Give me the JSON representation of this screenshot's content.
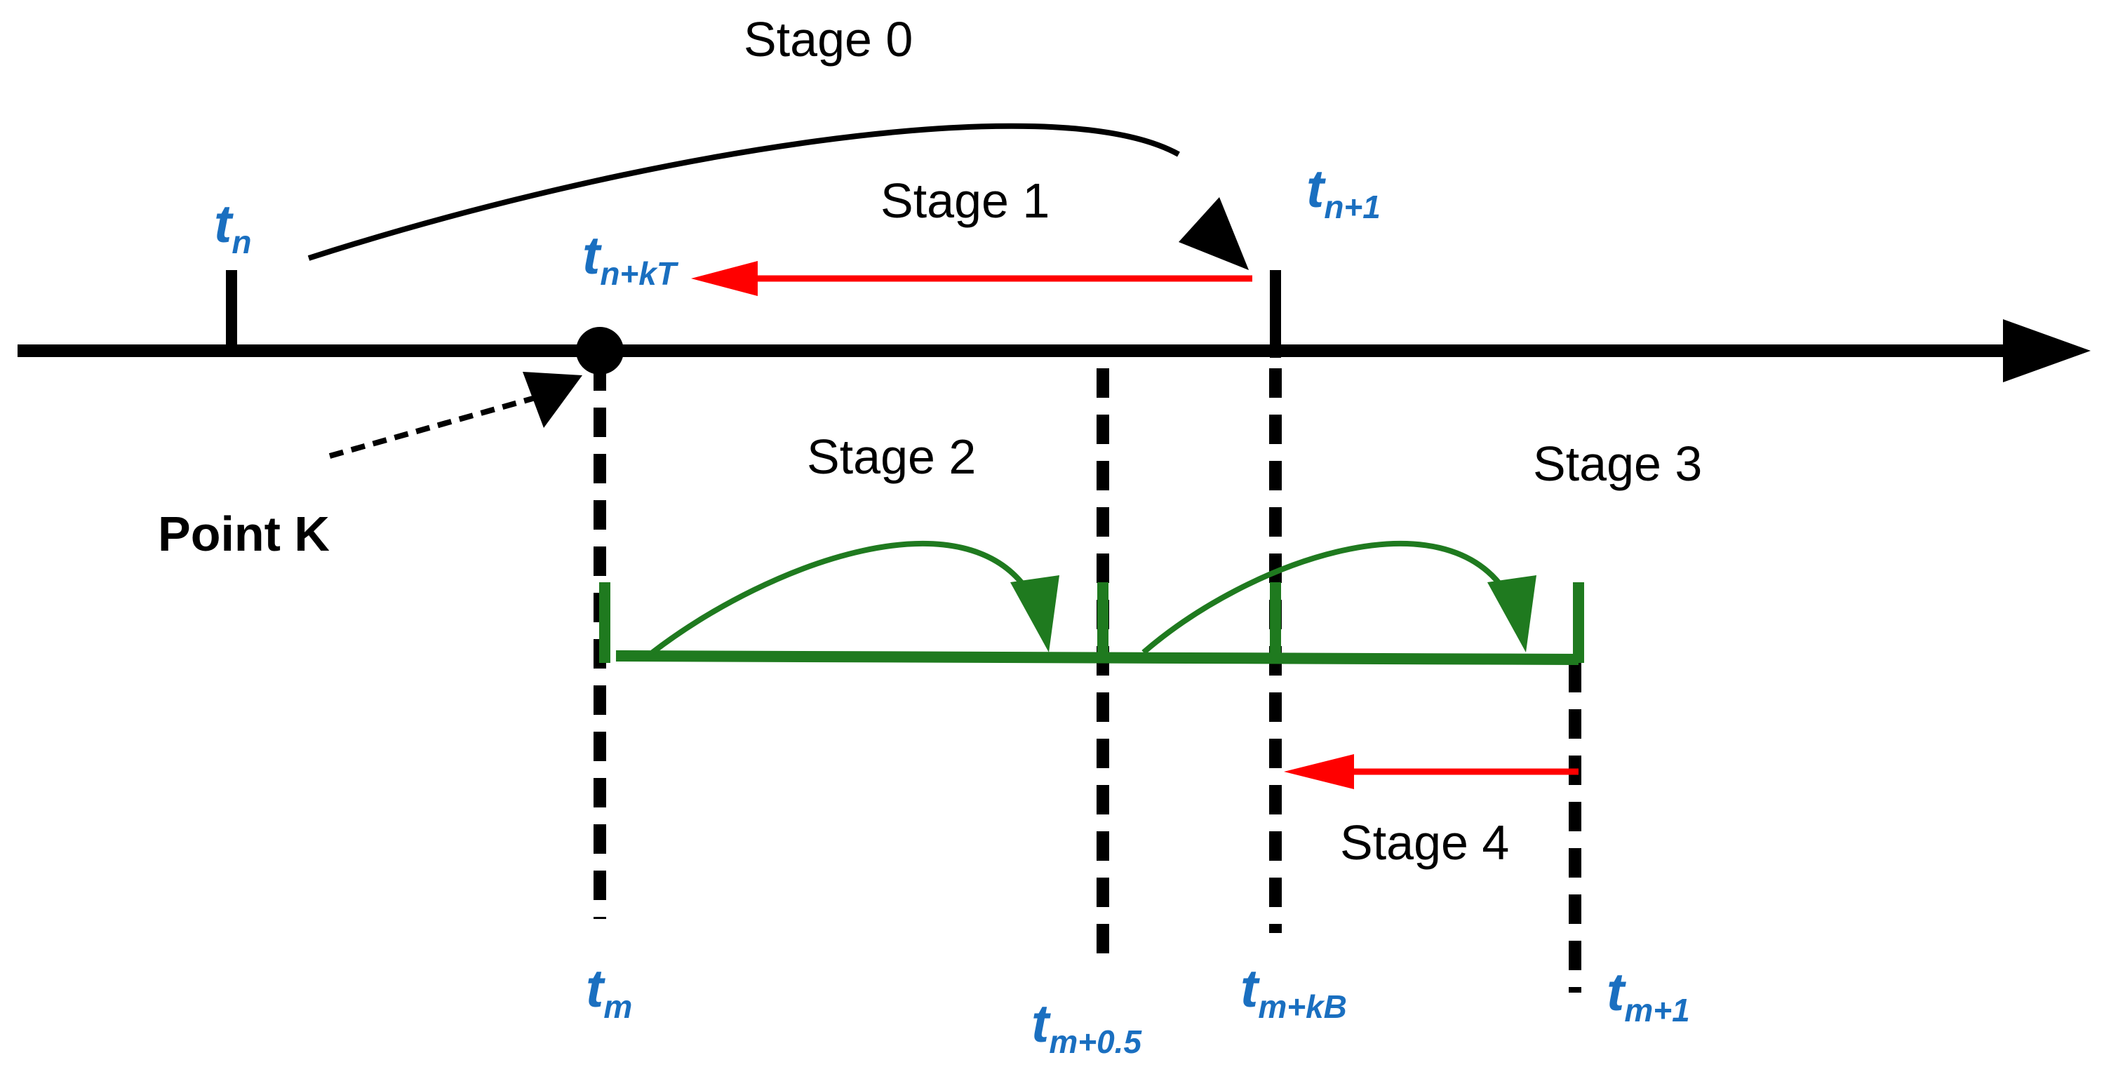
{
  "stages": {
    "stage0": "Stage 0",
    "stage1": "Stage 1",
    "stage2": "Stage 2",
    "stage3": "Stage 3",
    "stage4": "Stage 4"
  },
  "point_k_label": "Point K",
  "time_labels": {
    "tn": {
      "base": "t",
      "sub": "n"
    },
    "tn1": {
      "base": "t",
      "sub": "n+1"
    },
    "tnkT": {
      "base": "t",
      "sub": "n+kT"
    },
    "tm": {
      "base": "t",
      "sub": "m"
    },
    "tm05": {
      "base": "t",
      "sub": "m+0.5"
    },
    "tmkB": {
      "base": "t",
      "sub": "m+kB"
    },
    "tm1": {
      "base": "t",
      "sub": "m+1"
    }
  },
  "colors": {
    "axis": "#000000",
    "label_blue": "#1a6fc0",
    "red_arrow": "#ff0000",
    "green_path": "#1f7a1f"
  }
}
